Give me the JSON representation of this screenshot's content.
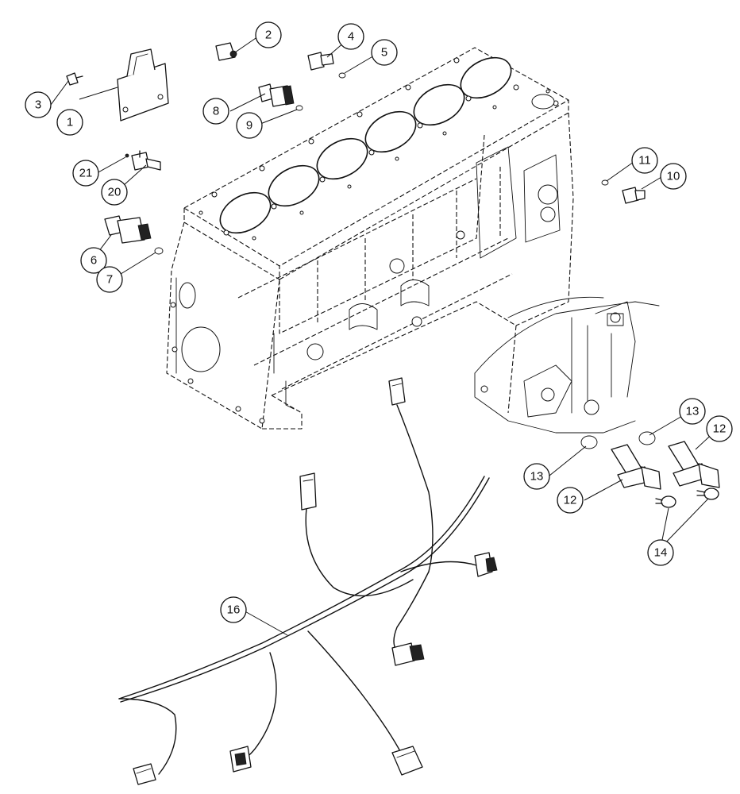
{
  "callouts": [
    {
      "id": "c1",
      "number": "1"
    },
    {
      "id": "c2",
      "number": "2"
    },
    {
      "id": "c3",
      "number": "3"
    },
    {
      "id": "c4",
      "number": "4"
    },
    {
      "id": "c5",
      "number": "5"
    },
    {
      "id": "c6",
      "number": "6"
    },
    {
      "id": "c7",
      "number": "7"
    },
    {
      "id": "c8",
      "number": "8"
    },
    {
      "id": "c9",
      "number": "9"
    },
    {
      "id": "c10",
      "number": "10"
    },
    {
      "id": "c11",
      "number": "11"
    },
    {
      "id": "c12a",
      "number": "12"
    },
    {
      "id": "c12b",
      "number": "12"
    },
    {
      "id": "c13a",
      "number": "13"
    },
    {
      "id": "c13b",
      "number": "13"
    },
    {
      "id": "c14",
      "number": "14"
    },
    {
      "id": "c16",
      "number": "16"
    },
    {
      "id": "c20",
      "number": "20"
    },
    {
      "id": "c21",
      "number": "21"
    }
  ]
}
